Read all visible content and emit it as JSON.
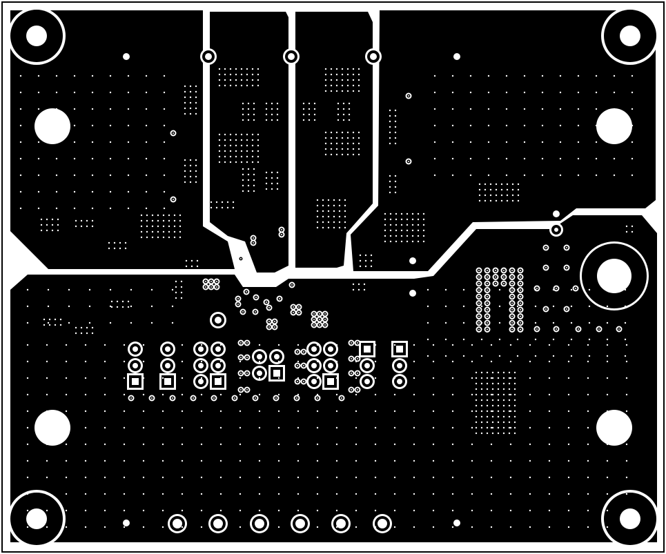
{
  "diagram": {
    "kind": "pcb-copper-layer-artwork",
    "colors": {
      "copper": "#000000",
      "clearance": "#ffffff"
    },
    "features": {
      "mounting_holes": 4,
      "plain_drill_holes": 4,
      "planes": [
        "upper-left-plane",
        "channel-plane-1",
        "channel-plane-2",
        "upper-right-plane",
        "lower-main-plane",
        "right-notch-plane"
      ],
      "connector_pads_bottom_row": 6,
      "header_columns": 8
    }
  }
}
